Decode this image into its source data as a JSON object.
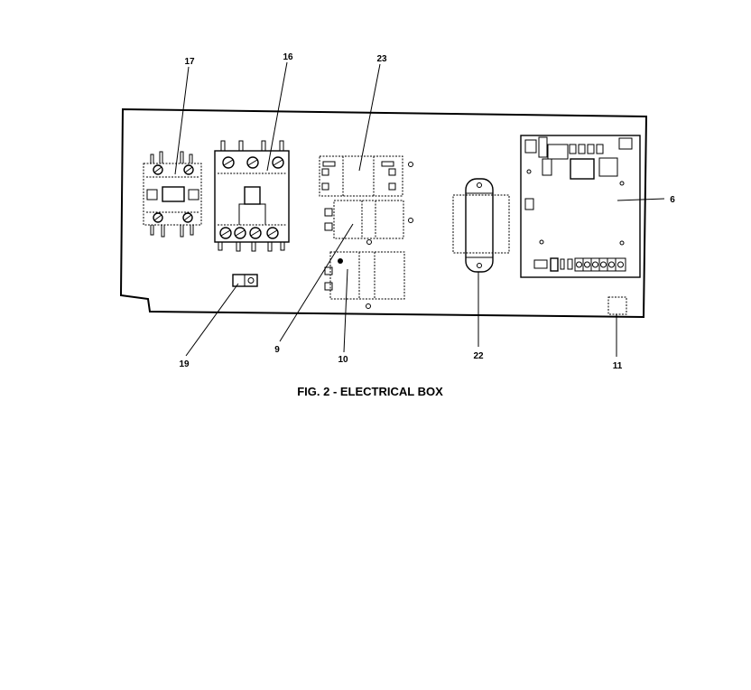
{
  "caption": "FIG. 2 - ELECTRICAL BOX",
  "callouts": {
    "c17": "17",
    "c16": "16",
    "c23": "23",
    "c6": "6",
    "c9": "9",
    "c10": "10",
    "c19": "19",
    "c22": "22",
    "c11": "11"
  },
  "parts": [
    {
      "id": "17",
      "name": "contactor-small"
    },
    {
      "id": "16",
      "name": "contactor-large"
    },
    {
      "id": "23",
      "name": "relay-top"
    },
    {
      "id": "9",
      "name": "relay-middle"
    },
    {
      "id": "10",
      "name": "relay-bottom"
    },
    {
      "id": "22",
      "name": "transformer"
    },
    {
      "id": "6",
      "name": "control-board"
    },
    {
      "id": "11",
      "name": "connector-block"
    },
    {
      "id": "19",
      "name": "ground-lug"
    }
  ]
}
